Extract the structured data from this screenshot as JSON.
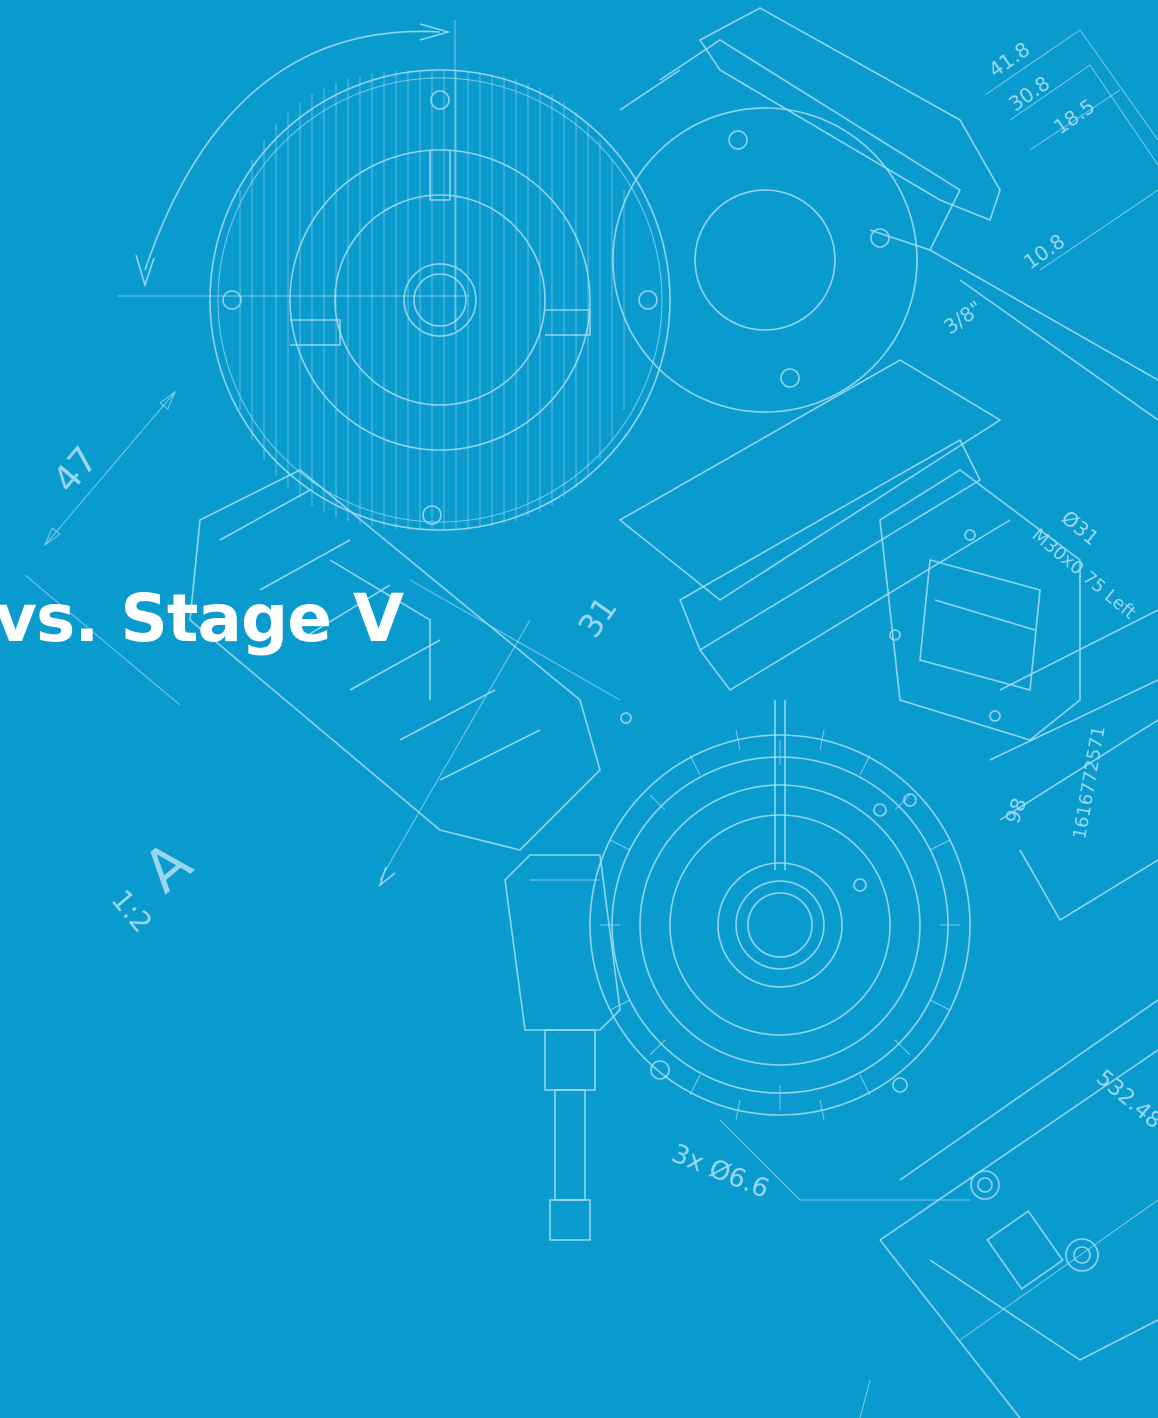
{
  "slide": {
    "title": "vs. Stage V",
    "background_color": "#0a9bce",
    "line_color": "#a9ddf3",
    "title_color": "#ffffff"
  },
  "drawing_labels": {
    "dim_47": "47",
    "dim_31": "31",
    "dim_41_8": "41.8",
    "dim_30_8": "30.8",
    "dim_18_5": "18.5",
    "dim_10_8": "10.8",
    "dim_3_8_in": "3/8\"",
    "dim_dia_31": "Ø31",
    "thread": "M30x0.75 Left",
    "part_number": "1616772571",
    "dim_98": "98",
    "dim_532_48": "532.48",
    "holes": "3x  Ø6.6",
    "view_letter": "A",
    "scale": "1:2"
  }
}
